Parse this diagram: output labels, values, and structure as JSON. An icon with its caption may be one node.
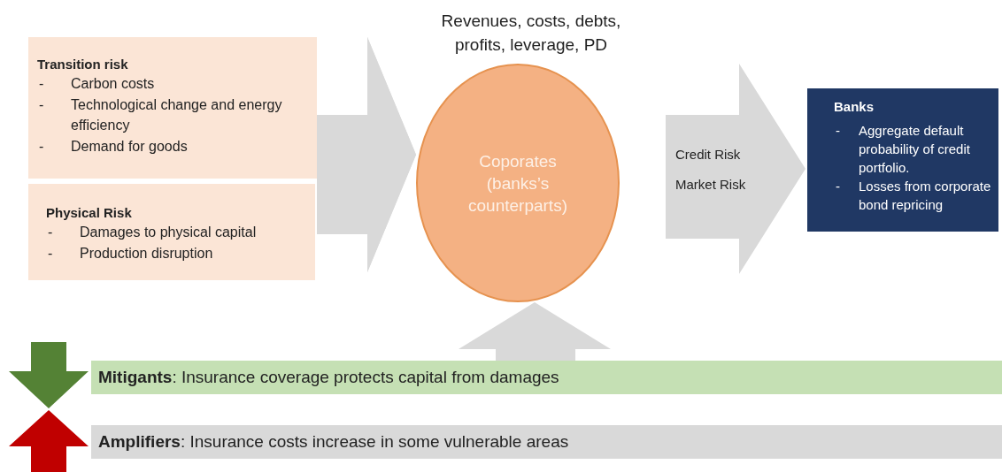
{
  "diagram": {
    "nodes": [
      {
        "text": [
          "Transition risk",
          "- Carbon costs",
          "- Technological change and energy efficiency",
          "- Demand for goods"
        ]
      },
      {
        "text": [
          "Physical Risk",
          "- Damages to physical capital",
          "- Production disruption"
        ]
      },
      {
        "text": [
          "Coporates (banks’s counterparts)"
        ],
        "beside": [
          "Revenues, costs, debts, profits, leverage, PD"
        ]
      },
      {
        "text": [
          "Banks",
          "- Aggregate default probability of credit portfolio.",
          "- Losses from corporate bond repricing"
        ]
      },
      {
        "text": [
          "**Mitigants**: Insurance coverage protects capital from damages"
        ]
      },
      {
        "text": [
          "**Amplifiers**: Insurance costs increase in some vulnerable areas"
        ]
      }
    ],
    "edges": [
      {
        "from": 0,
        "to": 2,
        "arrow": "to",
        "style": "thick",
        "color": "#d9d9d9"
      },
      {
        "from": 1,
        "to": 2,
        "arrow": "to",
        "style": "thick",
        "color": "#d9d9d9"
      },
      {
        "from": 2,
        "to": 3,
        "arrow": "to",
        "style": "thick",
        "color": "#d9d9d9"
      },
      {
        "from": 4,
        "to": 2,
        "arrow": "to",
        "style": "thick",
        "color": "#d9d9d9"
      }
    ],
    "labels": [
      "Credit Risk",
      "Market Risk"
    ]
  }
}
